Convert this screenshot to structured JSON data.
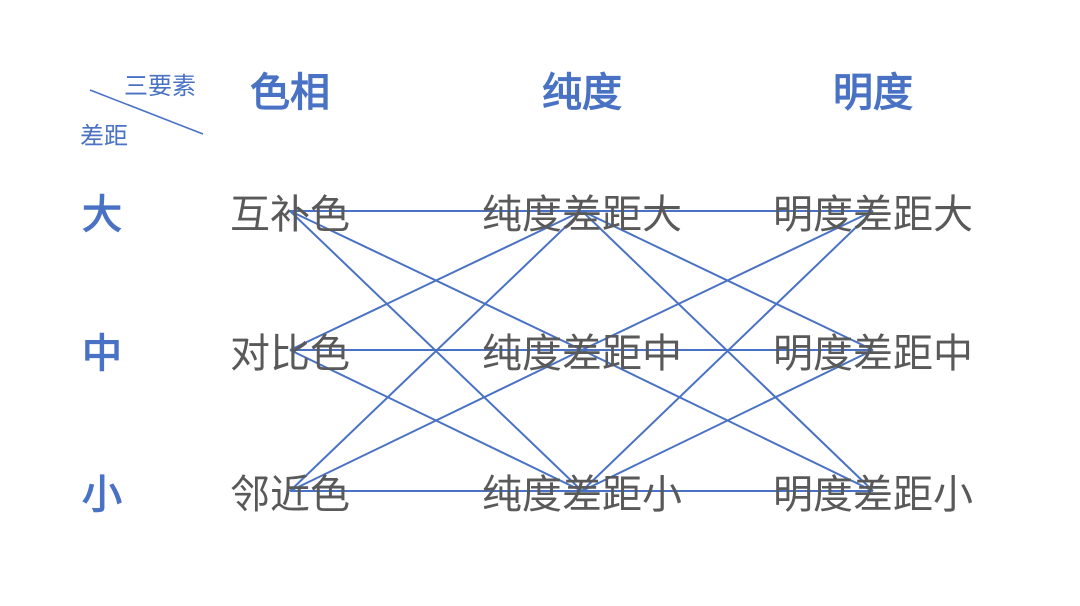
{
  "corner": {
    "top_label": "三要素",
    "bottom_label": "差距"
  },
  "headers": [
    "色相",
    "纯度",
    "明度"
  ],
  "rows": [
    "大",
    "中",
    "小"
  ],
  "columns": [
    [
      "互补色",
      "对比色",
      "邻近色"
    ],
    [
      "纯度差距大",
      "纯度差距中",
      "纯度差距小"
    ],
    [
      "明度差距大",
      "明度差距中",
      "明度差距小"
    ]
  ],
  "colors": {
    "accent": "#4a72c4",
    "text": "#595959",
    "line": "#4a72c4"
  }
}
